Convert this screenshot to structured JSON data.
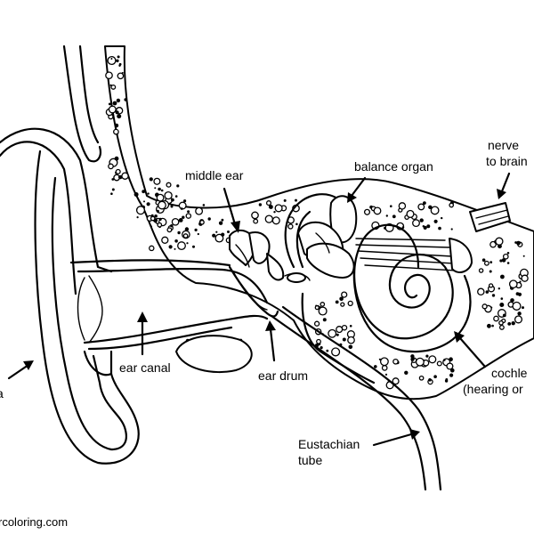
{
  "labels": {
    "pinna": "a",
    "middle_ear": "middle ear",
    "balance_organ": "balance organ",
    "nerve_line1": "nerve",
    "nerve_line2": "to brain",
    "ear_canal": "ear canal",
    "ear_drum": "ear drum",
    "cochlea_line1": "cochle",
    "cochlea_line2": "(hearing or",
    "eustachian_line1": "Eustachian",
    "eustachian_line2": "tube"
  },
  "credit": "rcoloring.com",
  "colors": {
    "ink": "#000000",
    "paper": "#ffffff"
  }
}
